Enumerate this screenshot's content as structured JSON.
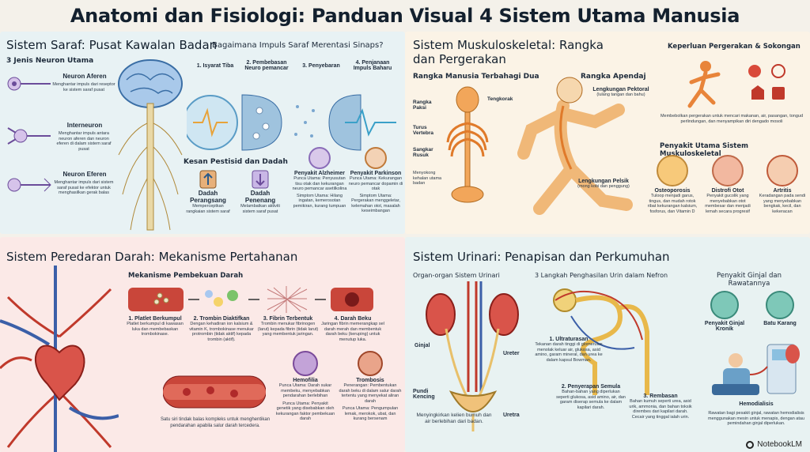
{
  "title": "Anatomi dan Fisiologi: Panduan Visual 4 Sistem Utama Manusia",
  "saraf": {
    "heading": "Sistem Saraf: Pusat Kawalan Badan",
    "neuron_heading": "3 Jenis Neuron Utama",
    "neurons": [
      {
        "name": "Neuron Aferen",
        "desc": "Menghantar impuls dari reseptor ke sistem saraf pusat"
      },
      {
        "name": "Interneuron",
        "desc": "Menghantar impuls antara neuron aferen dan neuron eferen di dalam sistem saraf pusat"
      },
      {
        "name": "Neuron Eferen",
        "desc": "Menghantar impuls dari sistem saraf pusat ke efektor untuk menghasilkan gerak balas"
      }
    ],
    "impuls_heading": "Bagaimana Impuls Saraf Merentasi Sinaps?",
    "impuls_steps": [
      {
        "label": "1. Isyarat Tiba"
      },
      {
        "label": "2. Pembebasan Neuro pemancar"
      },
      {
        "label": "3. Penyebaran"
      },
      {
        "label": "4. Penjanaan Impuls Baharu"
      }
    ],
    "dadah_heading": "Kesan Pestisid dan Dadah",
    "dadah": [
      {
        "name": "Dadah Perangsang",
        "desc": "Memperceptkan rangkaian sistem saraf"
      },
      {
        "name": "Dadah Penenang",
        "desc": "Melambatkan aktiviti sistem saraf pusat"
      }
    ],
    "penyakit": [
      {
        "name": "Penyakit Alzheimer",
        "desc": "Punca Utama: Penyusutan tisu otak dan kekurangan neuro pemancar asetilkolina",
        "simptom": "Simptom Utama: Hilang ingatan, kemerosotan pemikiran, kurang tumpuan"
      },
      {
        "name": "Penyakit Parkinson",
        "desc": "Punca Utama: Kekurangan neuro pemancar dopamin di otak",
        "simptom": "Simptom Utama: Pergerakan menggeletar, kelemahan otot, masalah keseimbangan"
      }
    ]
  },
  "musk": {
    "heading": "Sistem Muskuloskeletal: Rangka dan Pergerakan",
    "rangka_heading": "Rangka Manusia Terbahagi Dua",
    "paksi_labels": [
      "Rangka Paksi",
      "Tengkorak",
      "Turus Vertebra",
      "Sangkar Rusuk"
    ],
    "paksi_desc": "Menyokong kehalan utama badan",
    "apendaj_heading": "Rangka Apendaj",
    "apendaj_labels": [
      {
        "name": "Lengkungan Pektoral",
        "sub": "(lulang tangan dan bahu)"
      },
      {
        "name": "Lengkungan Pelsik",
        "sub": "(mong kobi dan penggung)"
      }
    ],
    "keperluan_heading": "Keperluan Pergerakan & Sokongan",
    "keperluan_desc": "Membebolkan pergerakan untuk mencari makanan, air, pasangan, tongud perlindungan, dan menyampikan diri dengado mosoli",
    "penyakit_heading": "Penyakit Utama Sistem Muskuloskeletal",
    "penyakit": [
      {
        "name": "Osteoporosis",
        "desc": "Tuloop menjadi garus, tingus, dan mudah rotok ribat kekurangan kalsium, fosforus, dan Vitamin D"
      },
      {
        "name": "Distrofi Otot",
        "desc": "Penyakit gucolik yang menyebabkan otot membesar dan menjadi lemah secara progresif"
      },
      {
        "name": "Artritis",
        "desc": "Keradangan pada sendi yang menyebabkan bengkak, kecil, dan kekeracan"
      }
    ]
  },
  "darah": {
    "heading": "Sistem Peredaran Darah: Mekanisme Pertahanan",
    "pembekuan_heading": "Mekanisme Pembekuan Darah",
    "steps": [
      {
        "name": "1. Platlet Berkumpul",
        "desc": "Platlet berkumpul di kawasan luka dan membebaskan trombokinase."
      },
      {
        "name": "2. Trombin Diaktifkan",
        "desc": "Dengan kehadiran ion kalsium & vitamin K, trombokinase menukar protrombin (tidak aktif) kepada trombin (aktif)."
      },
      {
        "name": "3. Fibrin Terbentuk",
        "desc": "Trombin menukar fibrinogen (larut) kepada fibrin (tidak larut) yang membentuk jaringan."
      },
      {
        "name": "4. Darah Beku",
        "desc": "Jaringan fibrin memerangkap sel darah merah dan membentuk darah beku (keruping) untuk menutup luka."
      }
    ],
    "vessel_desc": "Satu siri tindak balas kompleks untuk menghentikan pendarahan apabila salur darah tercedera.",
    "penyakit": [
      {
        "name": "Hemofilia",
        "cause": "Punca Utama: Darah sukar membeku, menyebabkan pendarahan berlebihan",
        "effect": "Punca Utama: Penyakit genetik yang disebabkan oleh kekurangan faktor pembekuan darah"
      },
      {
        "name": "Trombosis",
        "cause": "Penerangan: Pembentukan darah beku di dalam salur darah tertentu yang menyekat aliran darah",
        "effect": "Punca Utama: Pengumpulan lemak, merokok, ubat, dan kurang bersenam"
      }
    ]
  },
  "urinari": {
    "heading": "Sistem Urinari: Penapisan dan Perkumuhan",
    "organ_heading": "Organ-organ Sistem Urinari",
    "organ_labels": [
      "Ginjal",
      "Ureter",
      "Pundi Kencing",
      "Uretra"
    ],
    "organ_desc": "Menyingkirkan kelien bumuh dan air berlebihan dari badan.",
    "nefron_heading": "3 Langkah Penghasilan Urin dalam Nefron",
    "nefron_steps": [
      {
        "name": "1. Ultraturasan",
        "desc": "Tekanan darah tinggi di glomerulus menolak keluar air, glukosa, asid amino, garam mineral, dan urea ke dalam kapsul Bowman."
      },
      {
        "name": "2. Penyerapan Semula",
        "desc": "Bahan-bahan yang diperlukan seperti glukosa, asid amino, air, dan garam diserap semula ke dalam kapilari darah."
      },
      {
        "name": "3. Rembasan",
        "desc": "Bahan kumuh seperti urea, asid urik, ammonia, dan bahan toksik dirembes dari kapilari darah. Cecair yang tinggal ialah urin."
      }
    ],
    "ginjal_heading": "Penyakit Ginjal dan Rawatannya",
    "ginjal_items": [
      "Penyakit Ginjal Kronik",
      "Batu Karang"
    ],
    "hemodialisis": "Hemodialisis",
    "hemodialisis_desc": "Rawatan bagi pesakit ginjal, rawatan hemodialisis menggunakan mesin untuk menapis, dengan atau pemindahan ginjal diperlukan."
  },
  "footer": {
    "brand": "NotebookLM"
  },
  "colors": {
    "blue": "#3b7fc4",
    "orange": "#f0a24b",
    "red": "#c0392b",
    "purple": "#6b4c9a"
  }
}
